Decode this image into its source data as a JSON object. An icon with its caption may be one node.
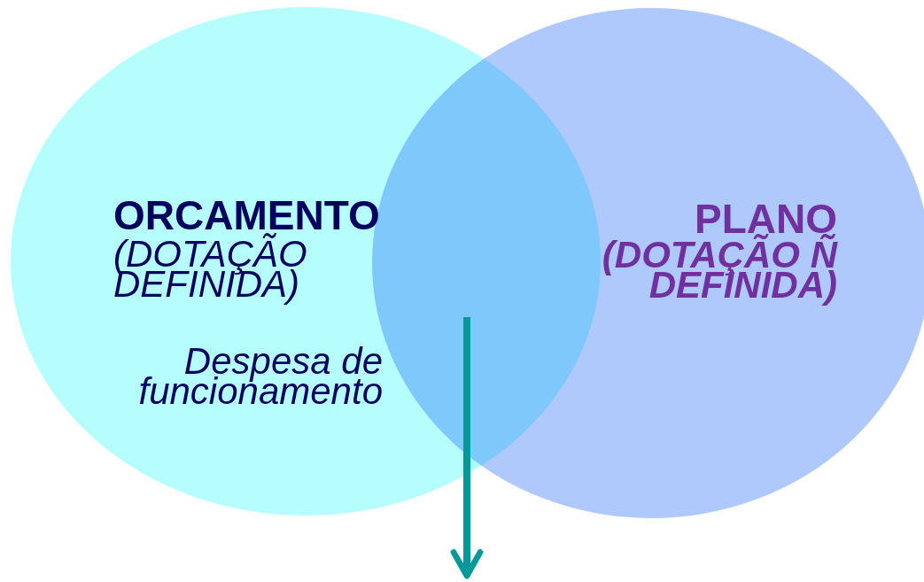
{
  "diagram": {
    "nodes": [
      {
        "text": [
          "ORCAMENTO",
          "(DOTAÇÃO DEFINIDA)",
          "Despesa de funcionamento"
        ]
      },
      {
        "text": [
          "PLANO",
          "(DOTAÇÃO Ñ DEFINIDA)"
        ]
      }
    ]
  }
}
